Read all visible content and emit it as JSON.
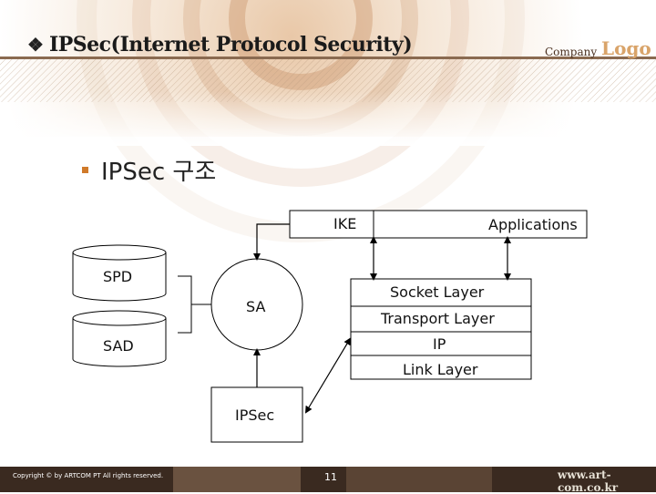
{
  "header": {
    "bullet": "❖",
    "title": "IPSec(Internet Protocol Security)",
    "company": "Company",
    "logo": "Logo"
  },
  "section": {
    "heading": "IPSec 구조"
  },
  "diagram": {
    "ike": "IKE",
    "applications": "Applications",
    "spd": "SPD",
    "sad": "SAD",
    "sa": "SA",
    "socket_layer": "Socket Layer",
    "transport_layer": "Transport Layer",
    "ip": "IP",
    "link_layer": "Link Layer",
    "ipsec": "IPSec"
  },
  "footer": {
    "copyright": "Copyright © by ARTCOM PT All rights reserved.",
    "page": "11",
    "url": "www.art-com.co.kr"
  },
  "colors": {
    "accent": "#d07a2a",
    "header_band": "#8a6a50",
    "footer_band": "#3a2a20"
  }
}
